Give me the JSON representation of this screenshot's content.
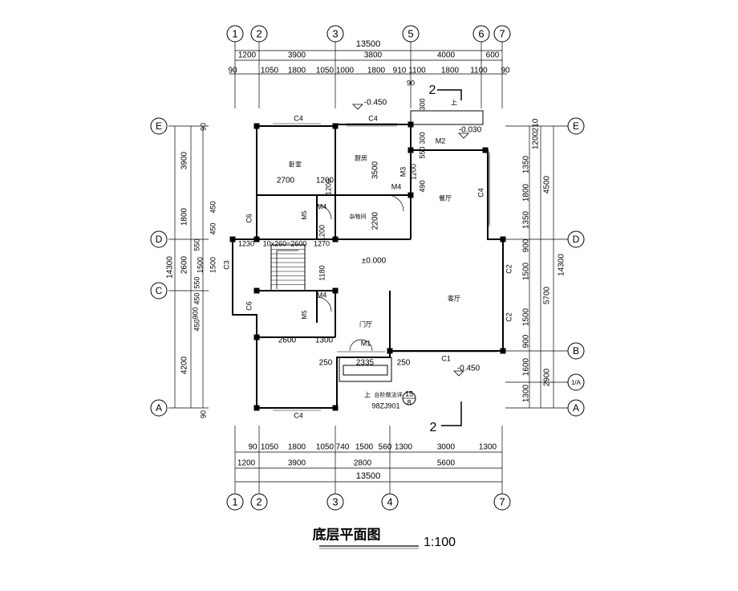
{
  "drawing": {
    "title": "底层平面图",
    "scale": "1:100",
    "total_width": "13500",
    "total_depth": "14300"
  },
  "axes": {
    "top": [
      "1",
      "2",
      "3",
      "5",
      "6",
      "7"
    ],
    "bottom": [
      "1",
      "2",
      "3",
      "4",
      "7"
    ],
    "left": [
      "E",
      "D",
      "C",
      "A"
    ],
    "right": [
      "E",
      "D",
      "B",
      "1/A",
      "A"
    ]
  },
  "dimensions": {
    "top_row1": [
      "1200",
      "3900",
      "3800",
      "4000",
      "600"
    ],
    "top_row2": [
      "90",
      "1050",
      "1800",
      "1050",
      "1000",
      "1800",
      "910",
      "1100",
      "90",
      "1800",
      "1100",
      "90"
    ],
    "bottom_row1": [
      "90",
      "1050",
      "1800",
      "1050",
      "740",
      "1500",
      "560",
      "1300",
      "3000",
      "1300"
    ],
    "bottom_row2": [
      "1200",
      "3900",
      "2800",
      "5600"
    ],
    "left_outer": [
      "3900",
      "1800",
      "2600",
      "4200",
      "14300"
    ],
    "left_inner": [
      "90",
      "450",
      "450",
      "550",
      "1500",
      "550",
      "450",
      "900",
      "450",
      "90"
    ],
    "right_outer": [
      "4500",
      "5700",
      "2900",
      "14300"
    ],
    "right_inner": [
      "210",
      "1200",
      "1350",
      "1800",
      "1350",
      "900",
      "1500",
      "1500",
      "900",
      "1600",
      "1300"
    ],
    "interior": [
      "2700",
      "1200",
      "2600",
      "1300",
      "2335",
      "250",
      "250",
      "3500",
      "2200",
      "1200",
      "1200",
      "1180",
      "1230",
      "1270",
      "300",
      "300",
      "550",
      "1200",
      "490",
      "10x260=2600",
      "1500"
    ]
  },
  "rooms": [
    "卧室",
    "厨房",
    "杂物间",
    "餐厅",
    "客厅",
    "门厅"
  ],
  "levels": [
    "-0.450",
    "-0.030",
    "±0.000",
    "-0.450"
  ],
  "openings": [
    "C4",
    "C4",
    "C4",
    "C4",
    "C6",
    "C6",
    "C3",
    "C2",
    "C2",
    "C1",
    "M2",
    "M3",
    "M4",
    "M4",
    "M4",
    "M5",
    "M5",
    "M1"
  ],
  "annotations": {
    "section_mark": "2",
    "section_mark_bottom": "2",
    "up_arrow": "上",
    "ref_text": "台阶做法详",
    "ref_number": "15",
    "ref_sheet": "8",
    "ref_atlas": "98ZJ901"
  }
}
